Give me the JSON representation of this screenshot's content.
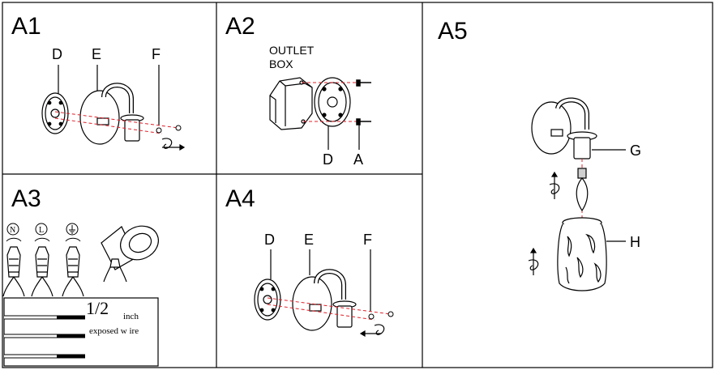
{
  "panels": {
    "a1": {
      "title": "A1",
      "labels": {
        "d": "D",
        "e": "E",
        "f": "F"
      }
    },
    "a2": {
      "title": "A2",
      "outlet_line1": "OUTLET",
      "outlet_line2": "BOX",
      "labels": {
        "d": "D",
        "a": "A"
      }
    },
    "a3": {
      "title": "A3",
      "wire_symbols": {
        "n": "N",
        "l": "L"
      },
      "strip_fraction": "1/2",
      "strip_unit": "inch",
      "strip_note": "exposed w ire"
    },
    "a4": {
      "title": "A4",
      "labels": {
        "d": "D",
        "e": "E",
        "f": "F"
      }
    },
    "a5": {
      "title": "A5",
      "labels": {
        "g": "G",
        "h": "H"
      }
    }
  },
  "colors": {
    "line": "#000000",
    "guide": "#e0202a",
    "shade": "#cfcfcf"
  }
}
